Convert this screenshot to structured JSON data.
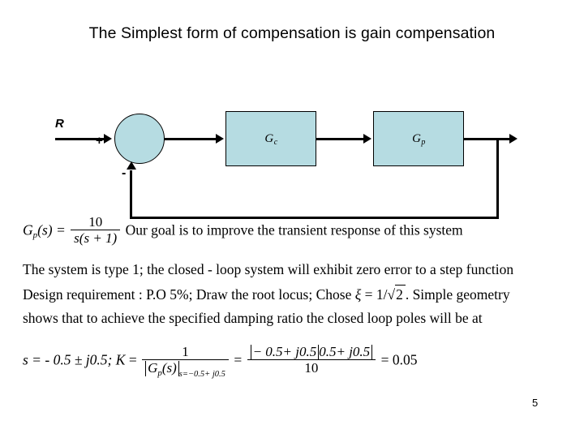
{
  "slide": {
    "title": "The Simplest form of compensation is gain compensation",
    "page_number": "5",
    "accent_fill": "#b6dce2",
    "line_color": "#000000",
    "background": "#ffffff"
  },
  "diagram": {
    "name": "closed-loop-block-diagram",
    "input_label": "R",
    "summing_junction": {
      "positive_sign": "+",
      "negative_sign": "-"
    },
    "blocks": [
      {
        "id": "gc",
        "label_base": "G",
        "label_sub": "c",
        "label_full": "Gc"
      },
      {
        "id": "gp",
        "label_base": "G",
        "label_sub": "p",
        "label_full": "Gp"
      }
    ],
    "feedback_label": ""
  },
  "math": {
    "line1": {
      "lhs": "G",
      "lhs_sub": "p",
      "lhs_arg": "(s) =",
      "frac_num": "10",
      "frac_den": "s(s + 1)",
      "text": "Our goal is to improve the transient response of this system"
    },
    "line2": "The system is type 1; the closed - loop system will exhibit zero error to a step function",
    "line3": {
      "prefix": "Design requirement : P.O  5%; Draw the root locus; Chose",
      "symbol": "ξ",
      "equals": "= 1/",
      "radicand": "2",
      "suffix": ". Simple geometry"
    },
    "line4": "shows that to achieve the specified damping ratio the closed loop poles will be at",
    "line5": {
      "s_expr": "s = - 0.5 ± j0.5;",
      "k_label": "K",
      "k_equals": "=",
      "frac1_num": "1",
      "frac1_den_base": "G",
      "frac1_den_sub": "p",
      "frac1_den_arg": "(s)",
      "frac1_den_eval": "s=−0.5+ j0.5",
      "middle_equals": "=",
      "frac2_num_a": "− 0.5+ j0.5",
      "frac2_num_b": "0.5+ j0.5",
      "frac2_den": "10",
      "result_equals": "=",
      "result_value": "0.05"
    }
  }
}
